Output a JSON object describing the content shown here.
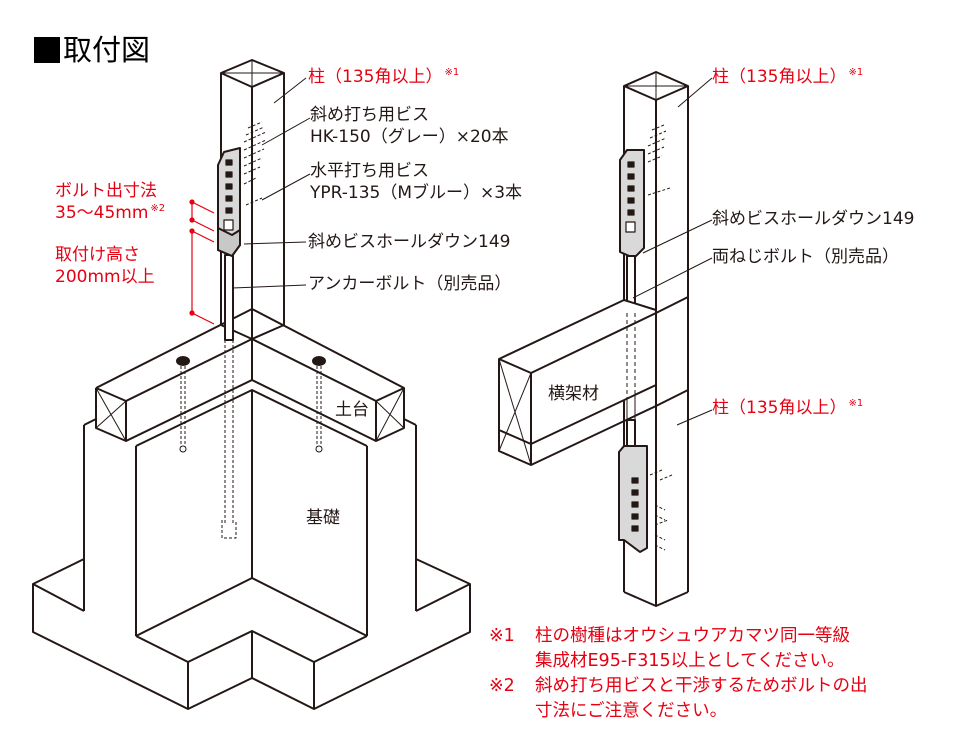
{
  "title": "取付図",
  "colors": {
    "accent_red": "#e60012",
    "line": "#231815",
    "metal_fill": "#d9d9d9",
    "background": "#ffffff"
  },
  "left_figure": {
    "labels": {
      "column": {
        "text": "柱（135角以上）",
        "note_ref": "※1"
      },
      "diagonal_screw": {
        "line1": "斜め打ち用ビス",
        "line2": "HK-150（グレー）×20本"
      },
      "horizontal_screw": {
        "line1": "水平打ち用ビス",
        "line2": "YPR-135（Mブルー）×3本"
      },
      "holdown": "斜めビスホールダウン149",
      "anchor_bolt": "アンカーボルト（別売品）",
      "sill": "土台",
      "foundation": "基礎"
    },
    "dimensions": {
      "bolt_projection": {
        "line1": "ボルト出寸法",
        "line2": "35〜45mm",
        "note_ref": "※2"
      },
      "mount_height": {
        "line1": "取付け高さ",
        "line2": "200mm以上"
      }
    }
  },
  "right_figure": {
    "labels": {
      "column_upper": {
        "text": "柱（135角以上）",
        "note_ref": "※1"
      },
      "holdown": "斜めビスホールダウン149",
      "double_bolt": "両ねじボルト（別売品）",
      "beam": "横架材",
      "column_lower": {
        "text": "柱（135角以上）",
        "note_ref": "※1"
      }
    }
  },
  "notes": [
    {
      "mark": "※1",
      "text": "柱の樹種はオウシュウアカマツ同一等級\n集成材E95-F315以上としてください。"
    },
    {
      "mark": "※2",
      "text": "斜め打ち用ビスと干渉するためボルトの出\n寸法にご注意ください。"
    }
  ]
}
